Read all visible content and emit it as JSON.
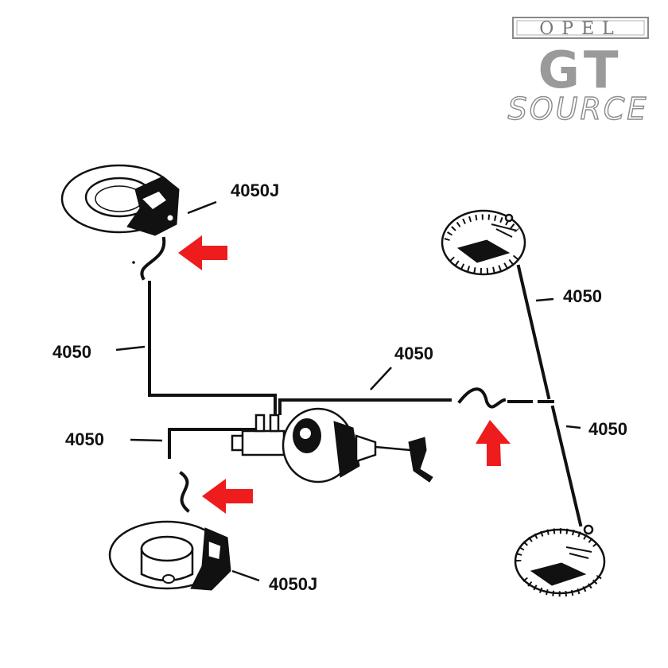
{
  "logo": {
    "brand": "OPEL",
    "model": "GT",
    "tagline": "SOURCE"
  },
  "labels": {
    "front_left_hose": "4050J",
    "left_pipe_upper": "4050",
    "left_pipe_lower": "4050",
    "center_pipe": "4050",
    "right_pipe_upper": "4050",
    "right_pipe_lower": "4050",
    "front_lower_hose": "4050J"
  },
  "colors": {
    "arrow": "#ee1c1c",
    "line": "#111111",
    "logo": "#9a9a9a"
  },
  "icons": {
    "arrow": "arrow-icon"
  }
}
